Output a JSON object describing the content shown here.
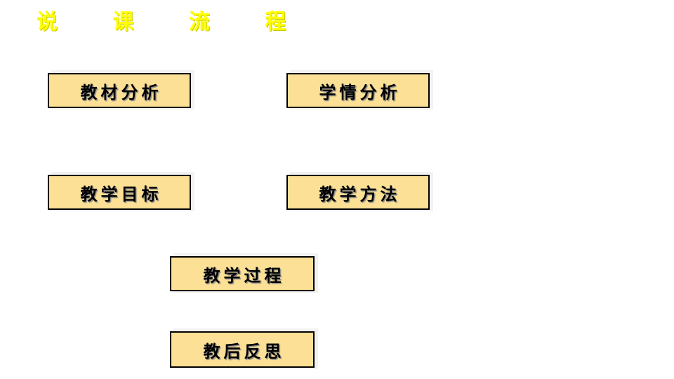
{
  "title": "说 课 流 程",
  "boxes": [
    {
      "label": "教材分析"
    },
    {
      "label": "学情分析"
    },
    {
      "label": "教学目标"
    },
    {
      "label": "教学方法"
    },
    {
      "label": "教学过程"
    },
    {
      "label": "教后反思"
    }
  ]
}
